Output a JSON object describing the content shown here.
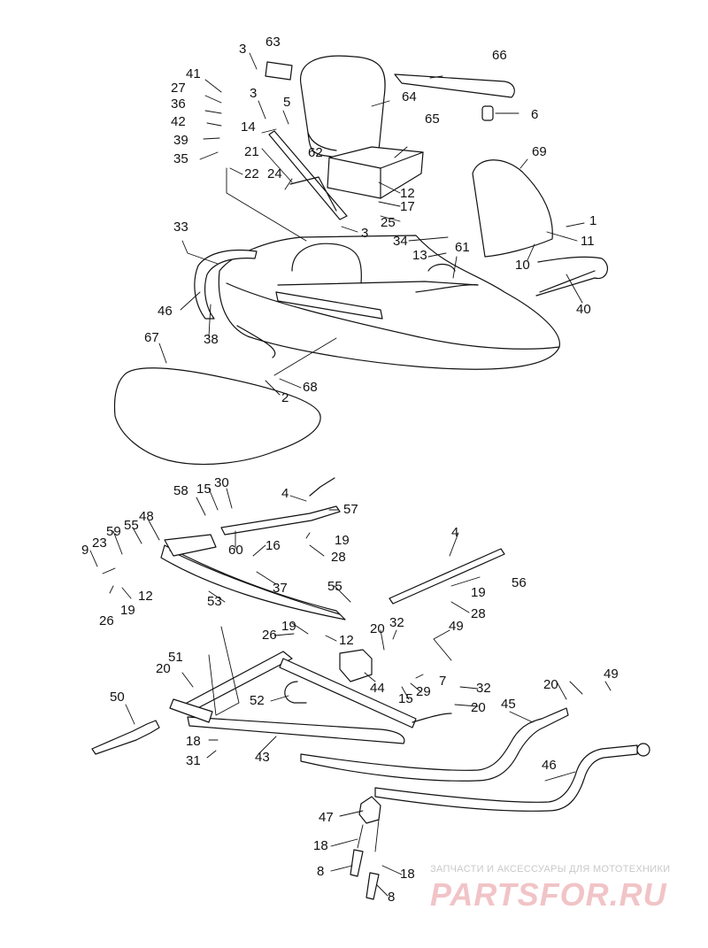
{
  "diagram": {
    "callouts": [
      "63",
      "3",
      "41",
      "27",
      "36",
      "42",
      "39",
      "35",
      "3",
      "14",
      "5",
      "21",
      "22",
      "24",
      "64",
      "65",
      "62",
      "66",
      "6",
      "69",
      "12",
      "17",
      "25",
      "3",
      "1",
      "11",
      "33",
      "34",
      "13",
      "61",
      "10",
      "40",
      "46",
      "38",
      "67",
      "68",
      "2",
      "4",
      "57",
      "58",
      "15",
      "30",
      "48",
      "55",
      "59",
      "23",
      "9",
      "12",
      "19",
      "26",
      "60",
      "16",
      "37",
      "19",
      "28",
      "4",
      "56",
      "19",
      "28",
      "53",
      "55",
      "26",
      "19",
      "12",
      "20",
      "32",
      "49",
      "20",
      "51",
      "7",
      "32",
      "49",
      "50",
      "44",
      "29",
      "15",
      "52",
      "20",
      "45",
      "20",
      "18",
      "31",
      "43",
      "46",
      "47",
      "18",
      "8",
      "18",
      "8"
    ]
  },
  "watermark": {
    "caption": "ЗАПЧАСТИ И АКСЕССУАРЫ ДЛЯ МОТОТЕХНИКИ",
    "logo_text": "PARTSFOR.RU",
    "color": "#e8848c"
  }
}
